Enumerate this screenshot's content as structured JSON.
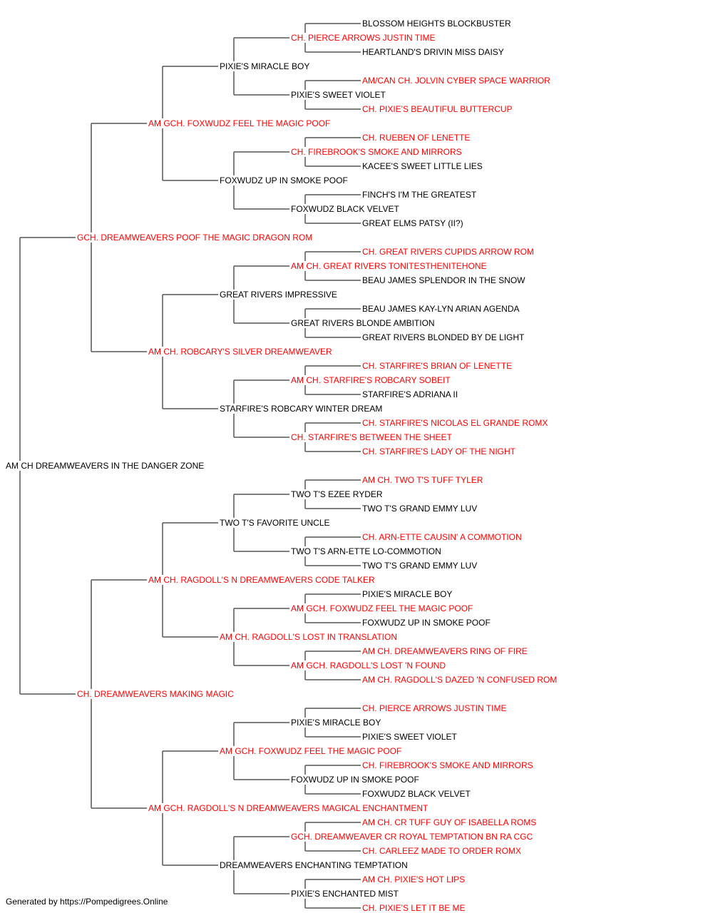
{
  "colors": {
    "champion": "#ff0000",
    "normal": "#000000",
    "line": "#555555"
  },
  "root": {
    "name": "AM CH DREAMWEAVERS IN THE DANGER ZONE",
    "champion": false,
    "sire": {
      "name": "GCH. DREAMWEAVERS POOF THE MAGIC DRAGON ROM",
      "champion": true,
      "sire": {
        "name": "AM GCH. FOXWUDZ FEEL THE MAGIC POOF",
        "champion": true,
        "sire": {
          "name": "PIXIE'S MIRACLE BOY",
          "champion": false,
          "sire": {
            "name": "CH. PIERCE ARROWS JUSTIN TIME",
            "champion": true,
            "sire": {
              "name": "BLOSSOM HEIGHTS BLOCKBUSTER",
              "champion": false
            },
            "dam": {
              "name": "HEARTLAND'S DRIVIN MISS DAISY",
              "champion": false
            }
          },
          "dam": {
            "name": "PIXIE'S SWEET VIOLET",
            "champion": false,
            "sire": {
              "name": "AM/CAN CH. JOLVIN CYBER SPACE WARRIOR",
              "champion": true
            },
            "dam": {
              "name": "CH. PIXIE'S BEAUTIFUL BUTTERCUP",
              "champion": true
            }
          }
        },
        "dam": {
          "name": "FOXWUDZ UP IN SMOKE POOF",
          "champion": false,
          "sire": {
            "name": "CH. FIREBROOK'S SMOKE AND MIRRORS",
            "champion": true,
            "sire": {
              "name": "CH. RUEBEN OF LENETTE",
              "champion": true
            },
            "dam": {
              "name": "KACEE'S SWEET LITTLE LIES",
              "champion": false
            }
          },
          "dam": {
            "name": "FOXWUDZ BLACK VELVET",
            "champion": false,
            "sire": {
              "name": "FINCH'S I'M THE GREATEST",
              "champion": false
            },
            "dam": {
              "name": "GREAT ELMS PATSY (II?)",
              "champion": false
            }
          }
        }
      },
      "dam": {
        "name": "AM CH. ROBCARY'S SILVER DREAMWEAVER",
        "champion": true,
        "sire": {
          "name": "GREAT RIVERS IMPRESSIVE",
          "champion": false,
          "sire": {
            "name": "AM CH. GREAT RIVERS TONITESTHENITEHONE",
            "champion": true,
            "sire": {
              "name": "CH. GREAT RIVERS CUPIDS ARROW ROM",
              "champion": true
            },
            "dam": {
              "name": "BEAU JAMES SPLENDOR IN THE SNOW",
              "champion": false
            }
          },
          "dam": {
            "name": "GREAT RIVERS BLONDE AMBITION",
            "champion": false,
            "sire": {
              "name": "BEAU JAMES KAY-LYN ARIAN AGENDA",
              "champion": false
            },
            "dam": {
              "name": "GREAT RIVERS BLONDED BY DE LIGHT",
              "champion": false
            }
          }
        },
        "dam": {
          "name": "STARFIRE'S ROBCARY WINTER DREAM",
          "champion": false,
          "sire": {
            "name": "AM CH. STARFIRE'S ROBCARY SOBEIT",
            "champion": true,
            "sire": {
              "name": "CH. STARFIRE'S BRIAN OF LENETTE",
              "champion": true
            },
            "dam": {
              "name": "STARFIRE'S ADRIANA II",
              "champion": false
            }
          },
          "dam": {
            "name": "CH. STARFIRE'S BETWEEN THE SHEET",
            "champion": true,
            "sire": {
              "name": "CH. STARFIRE'S NICOLAS EL GRANDE ROMX",
              "champion": true
            },
            "dam": {
              "name": "CH. STARFIRE'S LADY OF THE NIGHT",
              "champion": true
            }
          }
        }
      }
    },
    "dam": {
      "name": "CH. DREAMWEAVERS MAKING MAGIC",
      "champion": true,
      "sire": {
        "name": "AM CH. RAGDOLL'S N DREAMWEAVERS CODE TALKER",
        "champion": true,
        "sire": {
          "name": "TWO T'S FAVORITE UNCLE",
          "champion": false,
          "sire": {
            "name": "TWO T'S EZEE RYDER",
            "champion": false,
            "sire": {
              "name": "AM CH. TWO T'S TUFF TYLER",
              "champion": true
            },
            "dam": {
              "name": "TWO T'S GRAND EMMY LUV",
              "champion": false
            }
          },
          "dam": {
            "name": "TWO T'S ARN-ETTE LO-COMMOTION",
            "champion": false,
            "sire": {
              "name": "CH. ARN-ETTE CAUSIN' A COMMOTION",
              "champion": true
            },
            "dam": {
              "name": "TWO T'S GRAND EMMY LUV",
              "champion": false
            }
          }
        },
        "dam": {
          "name": "AM CH. RAGDOLL'S LOST IN TRANSLATION",
          "champion": true,
          "sire": {
            "name": "AM GCH. FOXWUDZ FEEL THE MAGIC POOF",
            "champion": true,
            "sire": {
              "name": "PIXIE'S MIRACLE BOY",
              "champion": false
            },
            "dam": {
              "name": "FOXWUDZ UP IN SMOKE POOF",
              "champion": false
            }
          },
          "dam": {
            "name": "AM GCH. RAGDOLL'S LOST 'N FOUND",
            "champion": true,
            "sire": {
              "name": "AM CH. DREAMWEAVERS RING OF FIRE",
              "champion": true
            },
            "dam": {
              "name": "AM CH. RAGDOLL'S DAZED 'N CONFUSED ROM",
              "champion": true
            }
          }
        }
      },
      "dam": {
        "name": "AM GCH. RAGDOLL'S N DREAMWEAVERS MAGICAL ENCHANTMENT",
        "champion": true,
        "sire": {
          "name": "AM GCH. FOXWUDZ FEEL THE MAGIC POOF",
          "champion": true,
          "sire": {
            "name": "PIXIE'S MIRACLE BOY",
            "champion": false,
            "sire": {
              "name": "CH. PIERCE ARROWS JUSTIN TIME",
              "champion": true
            },
            "dam": {
              "name": "PIXIE'S SWEET VIOLET",
              "champion": false
            }
          },
          "dam": {
            "name": "FOXWUDZ UP IN SMOKE POOF",
            "champion": false,
            "sire": {
              "name": "CH. FIREBROOK'S SMOKE AND MIRRORS",
              "champion": true
            },
            "dam": {
              "name": "FOXWUDZ BLACK VELVET",
              "champion": false
            }
          }
        },
        "dam": {
          "name": "DREAMWEAVERS ENCHANTING TEMPTATION",
          "champion": false,
          "sire": {
            "name": "GCH. DREAMWEAVER CR ROYAL TEMPTATION BN RA CGC",
            "champion": true,
            "sire": {
              "name": "AM CH. CR TUFF GUY OF ISABELLA ROMS",
              "champion": true
            },
            "dam": {
              "name": "CH. CARLEEZ MADE TO ORDER ROMX",
              "champion": true
            }
          },
          "dam": {
            "name": "PIXIE'S ENCHANTED MIST",
            "champion": false,
            "sire": {
              "name": "AM CH. PIXIE'S HOT LIPS",
              "champion": true
            },
            "dam": {
              "name": "CH. PIXIE'S LET IT BE ME",
              "champion": true
            }
          }
        }
      }
    }
  },
  "footer": {
    "text": "Generated by https://Pompedigrees.Online"
  }
}
